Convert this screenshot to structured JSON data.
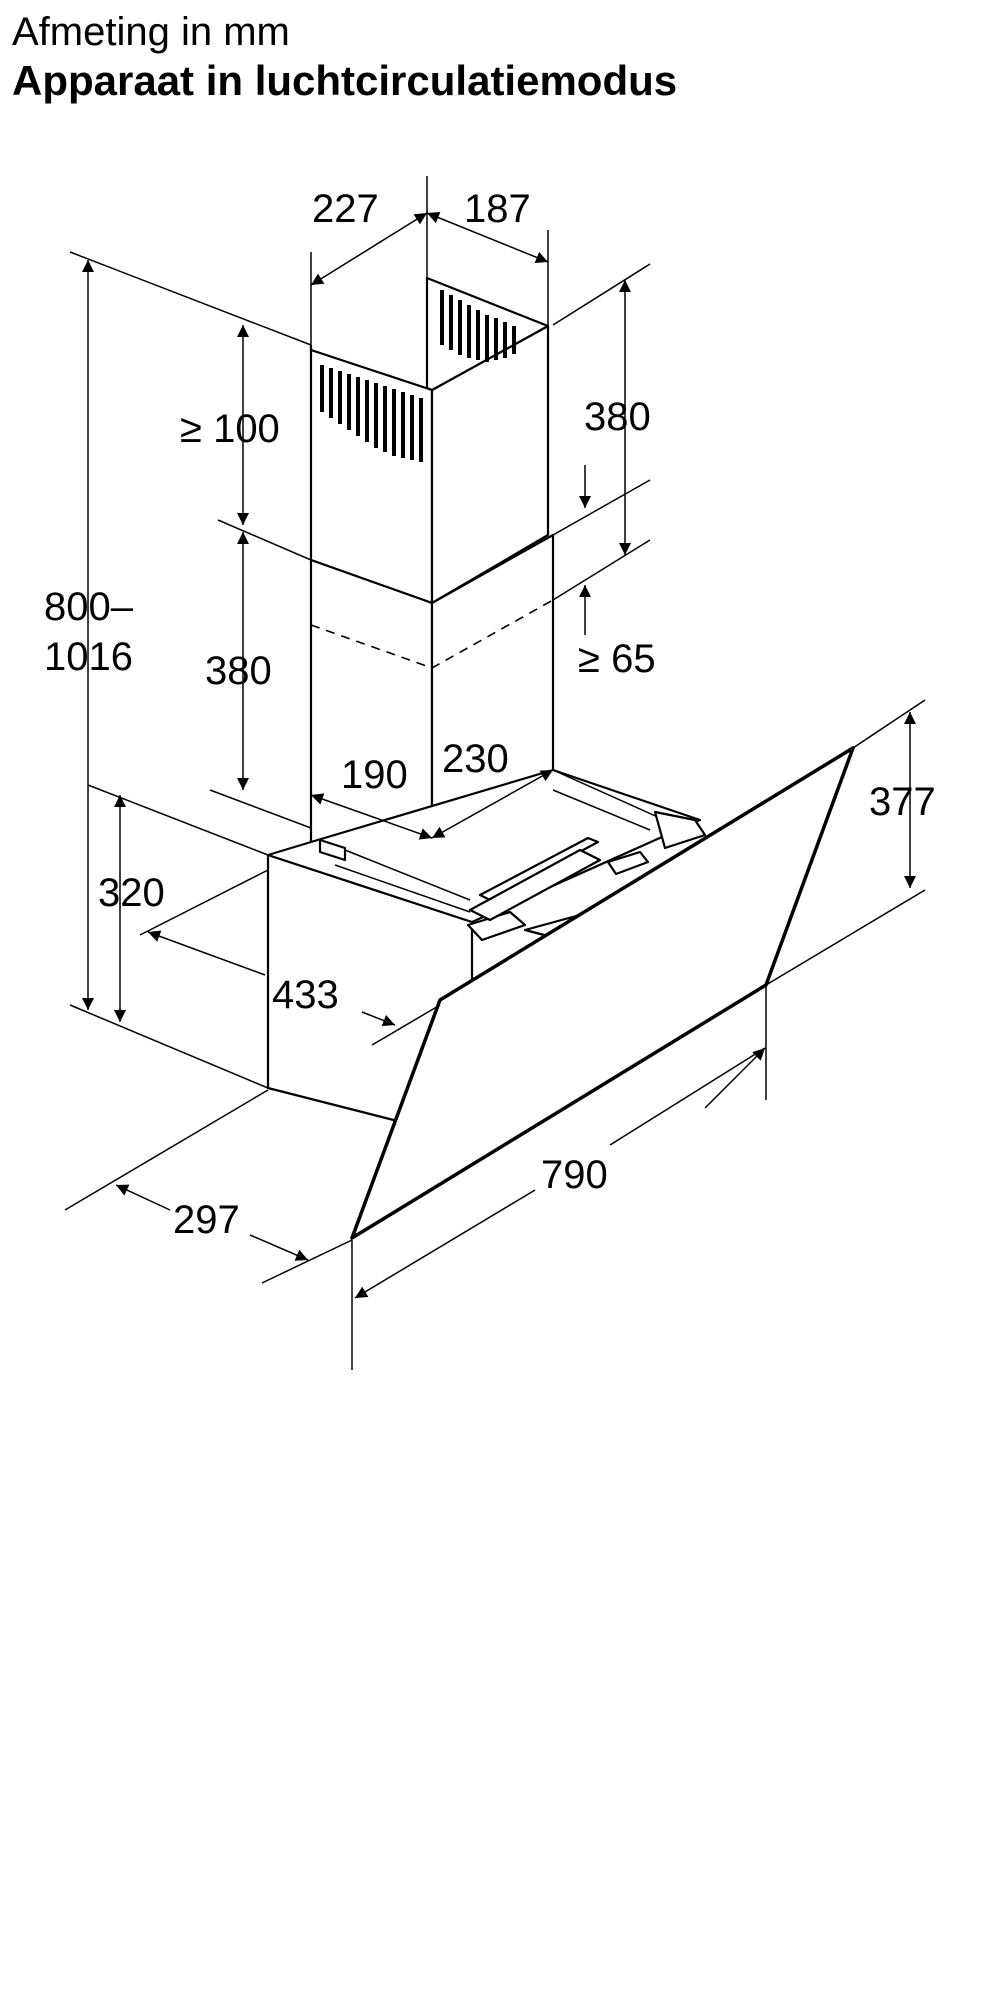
{
  "header": {
    "title": "Afmeting in mm",
    "subtitle": "Apparaat in luchtcirculatiemodus"
  },
  "dimensions": {
    "chimney_width": "227",
    "chimney_depth": "187",
    "min_top_gap": "≥ 100",
    "upper_chimney_height": "380",
    "lower_chimney_height": "380",
    "min_side_gap": "≥ 65",
    "total_height_line1": "800–",
    "total_height_line2": "1016",
    "inner_width": "190",
    "inner_depth": "230",
    "body_height": "320",
    "hood_depth_upper": "433",
    "panel_height": "377",
    "hood_width": "790",
    "hood_depth": "297"
  }
}
